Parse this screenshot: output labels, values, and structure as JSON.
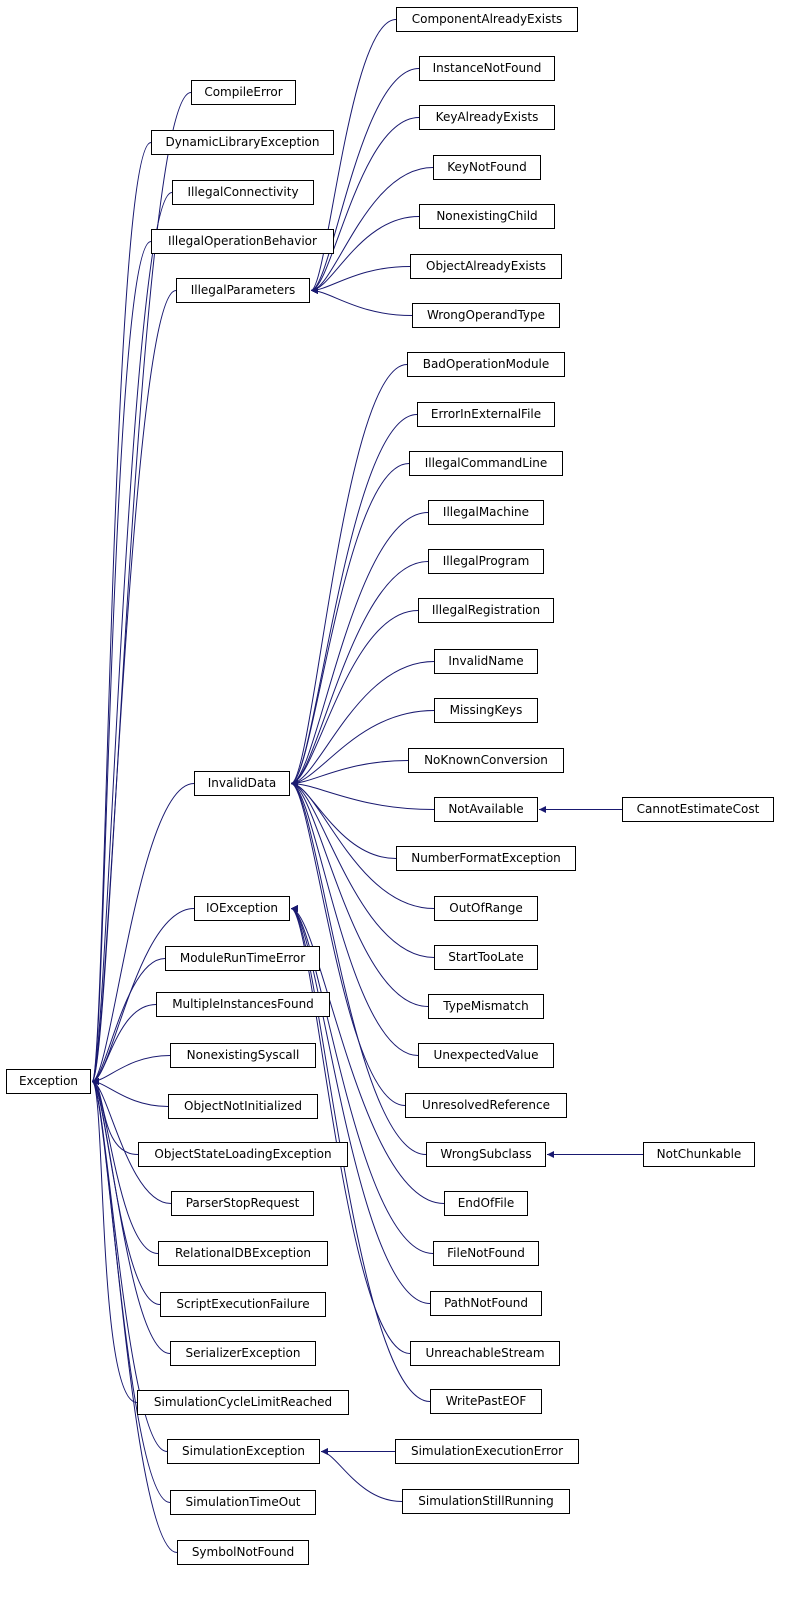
{
  "colors": {
    "edge": "#191970",
    "node_border": "#000000",
    "node_fill": "#ffffff",
    "text": "#000000"
  },
  "nodes": [
    "Exception",
    "CompileError",
    "DynamicLibraryException",
    "IllegalConnectivity",
    "IllegalOperationBehavior",
    "IllegalParameters",
    "InvalidData",
    "IOException",
    "ModuleRunTimeError",
    "MultipleInstancesFound",
    "NonexistingSyscall",
    "ObjectNotInitialized",
    "ObjectStateLoadingException",
    "ParserStopRequest",
    "RelationalDBException",
    "ScriptExecutionFailure",
    "SerializerException",
    "SimulationCycleLimitReached",
    "SimulationException",
    "SimulationTimeOut",
    "SymbolNotFound",
    "ComponentAlreadyExists",
    "InstanceNotFound",
    "KeyAlreadyExists",
    "KeyNotFound",
    "NonexistingChild",
    "ObjectAlreadyExists",
    "WrongOperandType",
    "BadOperationModule",
    "ErrorInExternalFile",
    "IllegalCommandLine",
    "IllegalMachine",
    "IllegalProgram",
    "IllegalRegistration",
    "InvalidName",
    "MissingKeys",
    "NoKnownConversion",
    "NotAvailable",
    "NumberFormatException",
    "OutOfRange",
    "StartTooLate",
    "TypeMismatch",
    "UnexpectedValue",
    "UnresolvedReference",
    "WrongSubclass",
    "EndOfFile",
    "FileNotFound",
    "PathNotFound",
    "UnreachableStream",
    "WritePastEOF",
    "CannotEstimateCost",
    "NotChunkable",
    "SimulationExecutionError",
    "SimulationStillRunning"
  ],
  "edges": [
    [
      "CompileError",
      "Exception"
    ],
    [
      "DynamicLibraryException",
      "Exception"
    ],
    [
      "IllegalConnectivity",
      "Exception"
    ],
    [
      "IllegalOperationBehavior",
      "Exception"
    ],
    [
      "IllegalParameters",
      "Exception"
    ],
    [
      "InvalidData",
      "Exception"
    ],
    [
      "IOException",
      "Exception"
    ],
    [
      "ModuleRunTimeError",
      "Exception"
    ],
    [
      "MultipleInstancesFound",
      "Exception"
    ],
    [
      "NonexistingSyscall",
      "Exception"
    ],
    [
      "ObjectNotInitialized",
      "Exception"
    ],
    [
      "ObjectStateLoadingException",
      "Exception"
    ],
    [
      "ParserStopRequest",
      "Exception"
    ],
    [
      "RelationalDBException",
      "Exception"
    ],
    [
      "ScriptExecutionFailure",
      "Exception"
    ],
    [
      "SerializerException",
      "Exception"
    ],
    [
      "SimulationCycleLimitReached",
      "Exception"
    ],
    [
      "SimulationException",
      "Exception"
    ],
    [
      "SimulationTimeOut",
      "Exception"
    ],
    [
      "SymbolNotFound",
      "Exception"
    ],
    [
      "ComponentAlreadyExists",
      "IllegalParameters"
    ],
    [
      "InstanceNotFound",
      "IllegalParameters"
    ],
    [
      "KeyAlreadyExists",
      "IllegalParameters"
    ],
    [
      "KeyNotFound",
      "IllegalParameters"
    ],
    [
      "NonexistingChild",
      "IllegalParameters"
    ],
    [
      "ObjectAlreadyExists",
      "IllegalParameters"
    ],
    [
      "WrongOperandType",
      "IllegalParameters"
    ],
    [
      "BadOperationModule",
      "InvalidData"
    ],
    [
      "ErrorInExternalFile",
      "InvalidData"
    ],
    [
      "IllegalCommandLine",
      "InvalidData"
    ],
    [
      "IllegalMachine",
      "InvalidData"
    ],
    [
      "IllegalProgram",
      "InvalidData"
    ],
    [
      "IllegalRegistration",
      "InvalidData"
    ],
    [
      "InvalidName",
      "InvalidData"
    ],
    [
      "MissingKeys",
      "InvalidData"
    ],
    [
      "NoKnownConversion",
      "InvalidData"
    ],
    [
      "NotAvailable",
      "InvalidData"
    ],
    [
      "NumberFormatException",
      "InvalidData"
    ],
    [
      "OutOfRange",
      "InvalidData"
    ],
    [
      "StartTooLate",
      "InvalidData"
    ],
    [
      "TypeMismatch",
      "InvalidData"
    ],
    [
      "UnexpectedValue",
      "InvalidData"
    ],
    [
      "UnresolvedReference",
      "InvalidData"
    ],
    [
      "WrongSubclass",
      "InvalidData"
    ],
    [
      "EndOfFile",
      "IOException"
    ],
    [
      "FileNotFound",
      "IOException"
    ],
    [
      "PathNotFound",
      "IOException"
    ],
    [
      "UnreachableStream",
      "IOException"
    ],
    [
      "WritePastEOF",
      "IOException"
    ],
    [
      "CannotEstimateCost",
      "NotAvailable"
    ],
    [
      "NotChunkable",
      "WrongSubclass"
    ],
    [
      "SimulationExecutionError",
      "SimulationException"
    ],
    [
      "SimulationStillRunning",
      "SimulationException"
    ]
  ]
}
